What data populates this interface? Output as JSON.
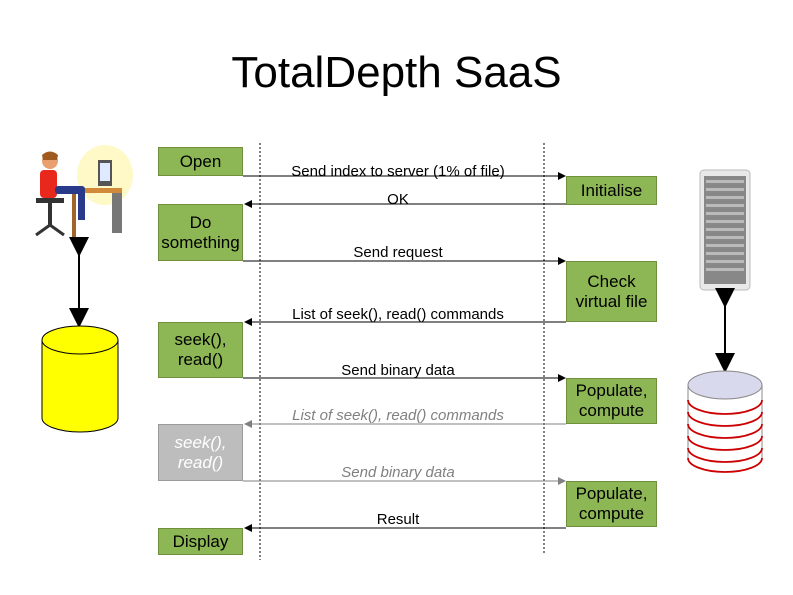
{
  "title": "TotalDepth SaaS",
  "client_steps": {
    "open": "Open",
    "do_something": "Do something",
    "seek_read": "seek(), read()",
    "seek_read_repeat": "seek(), read()",
    "display": "Display"
  },
  "server_steps": {
    "initialise": "Initialise",
    "check_virtual_file": "Check virtual file",
    "populate_compute_1": "Populate, compute",
    "populate_compute_2": "Populate, compute"
  },
  "messages": {
    "send_index": "Send index to server (1% of file)",
    "ok": "OK",
    "send_request": "Send request",
    "list_commands": "List of seek(), read() commands",
    "send_binary": "Send binary data",
    "list_commands_repeat": "List of seek(), read() commands",
    "send_binary_repeat": "Send binary data",
    "result": "Result"
  },
  "colors": {
    "box_green": "#8db654",
    "box_grey": "#bdbdbd",
    "database_yellow": "#ffff00",
    "database_red_rings": "#cc0000"
  },
  "icons": [
    "user-at-computer-icon",
    "client-database-icon",
    "server-tower-icon",
    "server-database-icon"
  ]
}
